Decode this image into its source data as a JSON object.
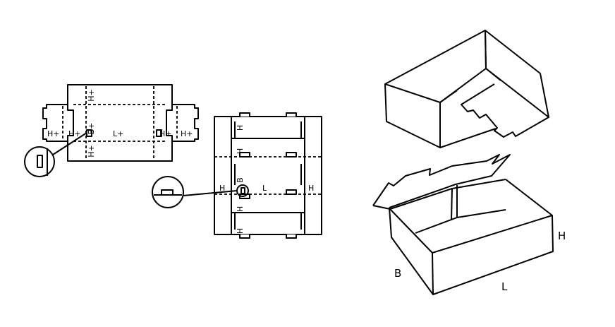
{
  "colors": {
    "line": "#000000",
    "background": "#ffffff"
  },
  "blank1": {
    "left_flap": "H+",
    "left_inner": "H+",
    "top_flap": "H+",
    "bottom_flap": "H+",
    "width_label": "B+",
    "length_label": "L+",
    "right_inner": "H+",
    "right_flap": "H+"
  },
  "blank2": {
    "top_h": "H",
    "upper_h": "H",
    "width_label": "B",
    "lower_h": "H",
    "bottom_h": "H",
    "left_h": "H",
    "length_label": "L",
    "right_h": "H"
  },
  "box": {
    "width_label": "B",
    "length_label": "L",
    "height_label": "H"
  }
}
